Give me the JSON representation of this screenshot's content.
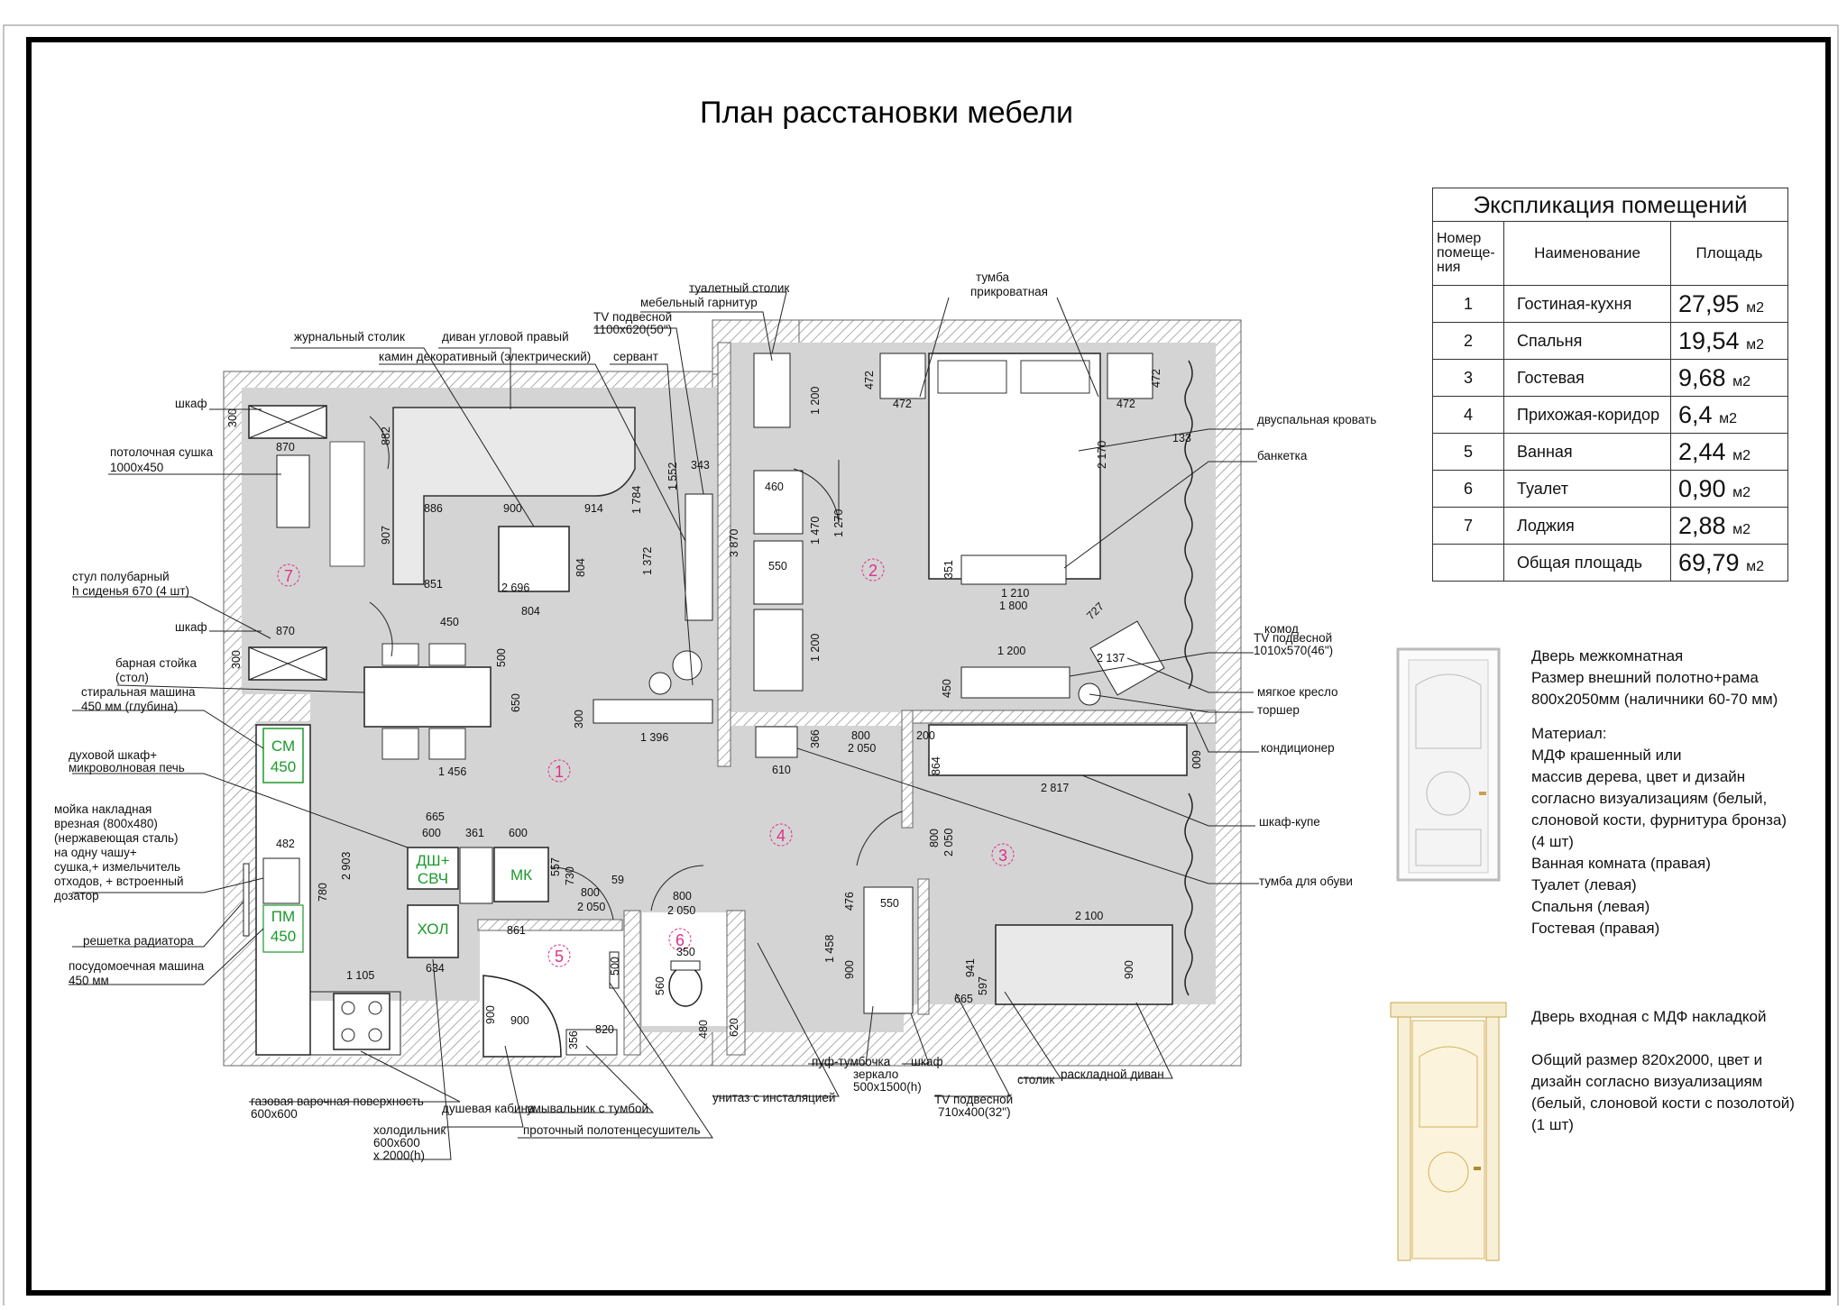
{
  "title": "План расстановки мебели",
  "explication": {
    "caption": "Экспликация помещений",
    "head_number": "Номер помеще-ния",
    "head_name": "Наименование",
    "head_area": "Площадь",
    "unit": "м2",
    "rows": [
      {
        "n": "1",
        "name": "Гостиная-кухня",
        "area": "27,95"
      },
      {
        "n": "2",
        "name": "Спальня",
        "area": "19,54"
      },
      {
        "n": "3",
        "name": "Гостевая",
        "area": "9,68"
      },
      {
        "n": "4",
        "name": "Прихожая-коридор",
        "area": "6,4"
      },
      {
        "n": "5",
        "name": "Ванная",
        "area": "2,44"
      },
      {
        "n": "6",
        "name": "Туалет",
        "area": "0,90"
      },
      {
        "n": "7",
        "name": "Лоджия",
        "area": "2,88"
      },
      {
        "n": "",
        "name": "Общая площадь",
        "area": "69,79"
      }
    ]
  },
  "door_interior": {
    "title": "Дверь межкомнатная",
    "l1": "Размер внешний полотно+рама",
    "l2": "800х2050мм (наличники 60-70 мм)",
    "l3": "Материал:",
    "l4": "МДФ крашенный или",
    "l5": "массив дерева, цвет и дизайн",
    "l6": "согласно визуализациям (белый,",
    "l7": "слоновой кости, фурнитура бронза)",
    "l8": "(4 шт)",
    "l9": "Ванная комната (правая)",
    "l10": "Туалет (левая)",
    "l11": "Спальня (левая)",
    "l12": "Гостевая (правая)"
  },
  "door_entrance": {
    "title": "Дверь входная с МДФ накладкой",
    "l1": "Общий размер 820х2000, цвет и",
    "l2": "дизайн согласно визуализациям",
    "l3": "(белый, слоновой кости с позолотой)",
    "l4": "(1 шт)"
  },
  "room_numbers": [
    "1",
    "2",
    "3",
    "4",
    "5",
    "6",
    "7"
  ],
  "appliances": {
    "cm": "СМ",
    "cm_size": "450",
    "dsh": "ДШ+",
    "svch": "СВЧ",
    "mk": "МК",
    "hol": "ХОЛ",
    "pm": "ПМ",
    "pm_size": "450"
  },
  "labels": {
    "shkaf1": "шкаф",
    "sushka1": "потолочная сушка",
    "sushka2": "1000х450",
    "stul1": "стул полубарный",
    "stul2": "h сиденья 670 (4 шт)",
    "shkaf2": "шкаф",
    "bar1": "барная стойка",
    "bar2": "(стол)",
    "stir1": "стиральная машина",
    "stir2": "450 мм (глубина)",
    "duh1": "духовой шкаф+",
    "duh2": "микроволновая печь",
    "moika1": "мойка накладная",
    "moika2": "врезная (800х480)",
    "moika3": "(нержавеющая сталь)",
    "moika4": "на одну чашу+",
    "moika5": "сушка,+ измельчитель",
    "moika6": "отходов, + встроенный",
    "moika7": "дозатор",
    "reshetka": "решетка радиатора",
    "posud1": "посудомоечная машина",
    "posud2": "450 мм",
    "zhurn": "журнальный столик",
    "divan_ugl": "диван угловой правый",
    "kamin": "камин декоративный (электрический)",
    "tv50a": "TV подвесной",
    "tv50b": "1100х620(50\")",
    "servant": "сервант",
    "tual_stol": "туалетный столик",
    "meb_garn": "мебельный гарнитур",
    "tumba_pr1": "тумба",
    "tumba_pr2": "прикроватная",
    "dvusp": "двуспальная кровать",
    "banketka": "банкетка",
    "komod": "комод",
    "tv46a": "TV подвесной",
    "tv46b": "1010х570(46\")",
    "kreslo": "мягкое кресло",
    "torsher": "торшер",
    "kondic": "кондиционер",
    "shkaf_kupe": "шкаф-купе",
    "tumba_obuv": "тумба для обуви",
    "gaz1": "газовая варочная поверхность",
    "gaz2": "600х600",
    "dush": "душевая кабина",
    "umyv": "умывальник с тумбой",
    "polot": "проточный полотенцесушитель",
    "holod1": "холодильник",
    "holod2": "600х600",
    "holod3": "х 2000(h)",
    "unitaz": "унитаз с инсталяцией",
    "puf": "пуф-тумбочка",
    "zerk1": "зеркало",
    "zerk2": "500х1500(h)",
    "shkaf3": "шкаф",
    "tv32a": "TV подвесной",
    "tv32b": "710х400(32\")",
    "stolik": "столик",
    "rask_divan": "раскладной диван"
  },
  "dims": {
    "d300a": "300",
    "d870a": "870",
    "d870b": "870",
    "d300b": "300",
    "d882": "882",
    "d907": "907",
    "d886": "886",
    "d900a": "900",
    "d914": "914",
    "d1784": "1 784",
    "d1552": "1 552",
    "d343": "343",
    "d1372": "1 372",
    "d851": "851",
    "d2696": "2 696",
    "d804a": "804",
    "d804b": "804",
    "d450a": "450",
    "d500a": "500",
    "d650": "650",
    "d1456": "1 456",
    "d300c": "300",
    "d1396": "1 396",
    "d3870": "3 870",
    "d1200a": "1 200",
    "d460": "460",
    "d550a": "550",
    "d1470": "1 470",
    "d1270": "1 270",
    "d1200b": "1 200",
    "d472a": "472",
    "d472b": "472",
    "d472c": "472",
    "d472d": "472",
    "d2170": "2 170",
    "d133": "133",
    "d351": "351",
    "d1210": "1 210",
    "d1800": "1 800",
    "d727": "727",
    "d1200c": "1 200",
    "d2137": "2 137",
    "d450b": "450",
    "d366": "366",
    "d800a": "800",
    "d2050a": "2 050",
    "d200": "200",
    "d610": "610",
    "d600a": "600",
    "d864": "864",
    "d2817": "2 817",
    "d482": "482",
    "d780": "780",
    "d2903": "2 903",
    "d1105": "1 105",
    "d665a": "665",
    "d600b": "600",
    "d361": "361",
    "d600c": "600",
    "d557": "557",
    "d730": "730",
    "d861": "861",
    "d634": "634",
    "d800b": "800",
    "d2050b": "2 050",
    "d59": "59",
    "d800c": "800",
    "d2050c": "2 050",
    "d350": "350",
    "d500b": "500",
    "d560": "560",
    "d480": "480",
    "d620": "620",
    "d900b": "900",
    "d900c": "900",
    "d356": "356",
    "d820": "820",
    "d800d": "800",
    "d2050d": "2 050",
    "d476": "476",
    "d550b": "550",
    "d1458": "1 458",
    "d900d": "900",
    "d941": "941",
    "d597": "597",
    "d665b": "665",
    "d2100": "2 100",
    "d900e": "900"
  },
  "colors": {
    "floor": "#d4d4d4",
    "wall": "#ffffff",
    "hatch": "#999999",
    "accent_green": "#1a9a2a",
    "accent_pink": "#e0308a",
    "frame": "#000000"
  }
}
